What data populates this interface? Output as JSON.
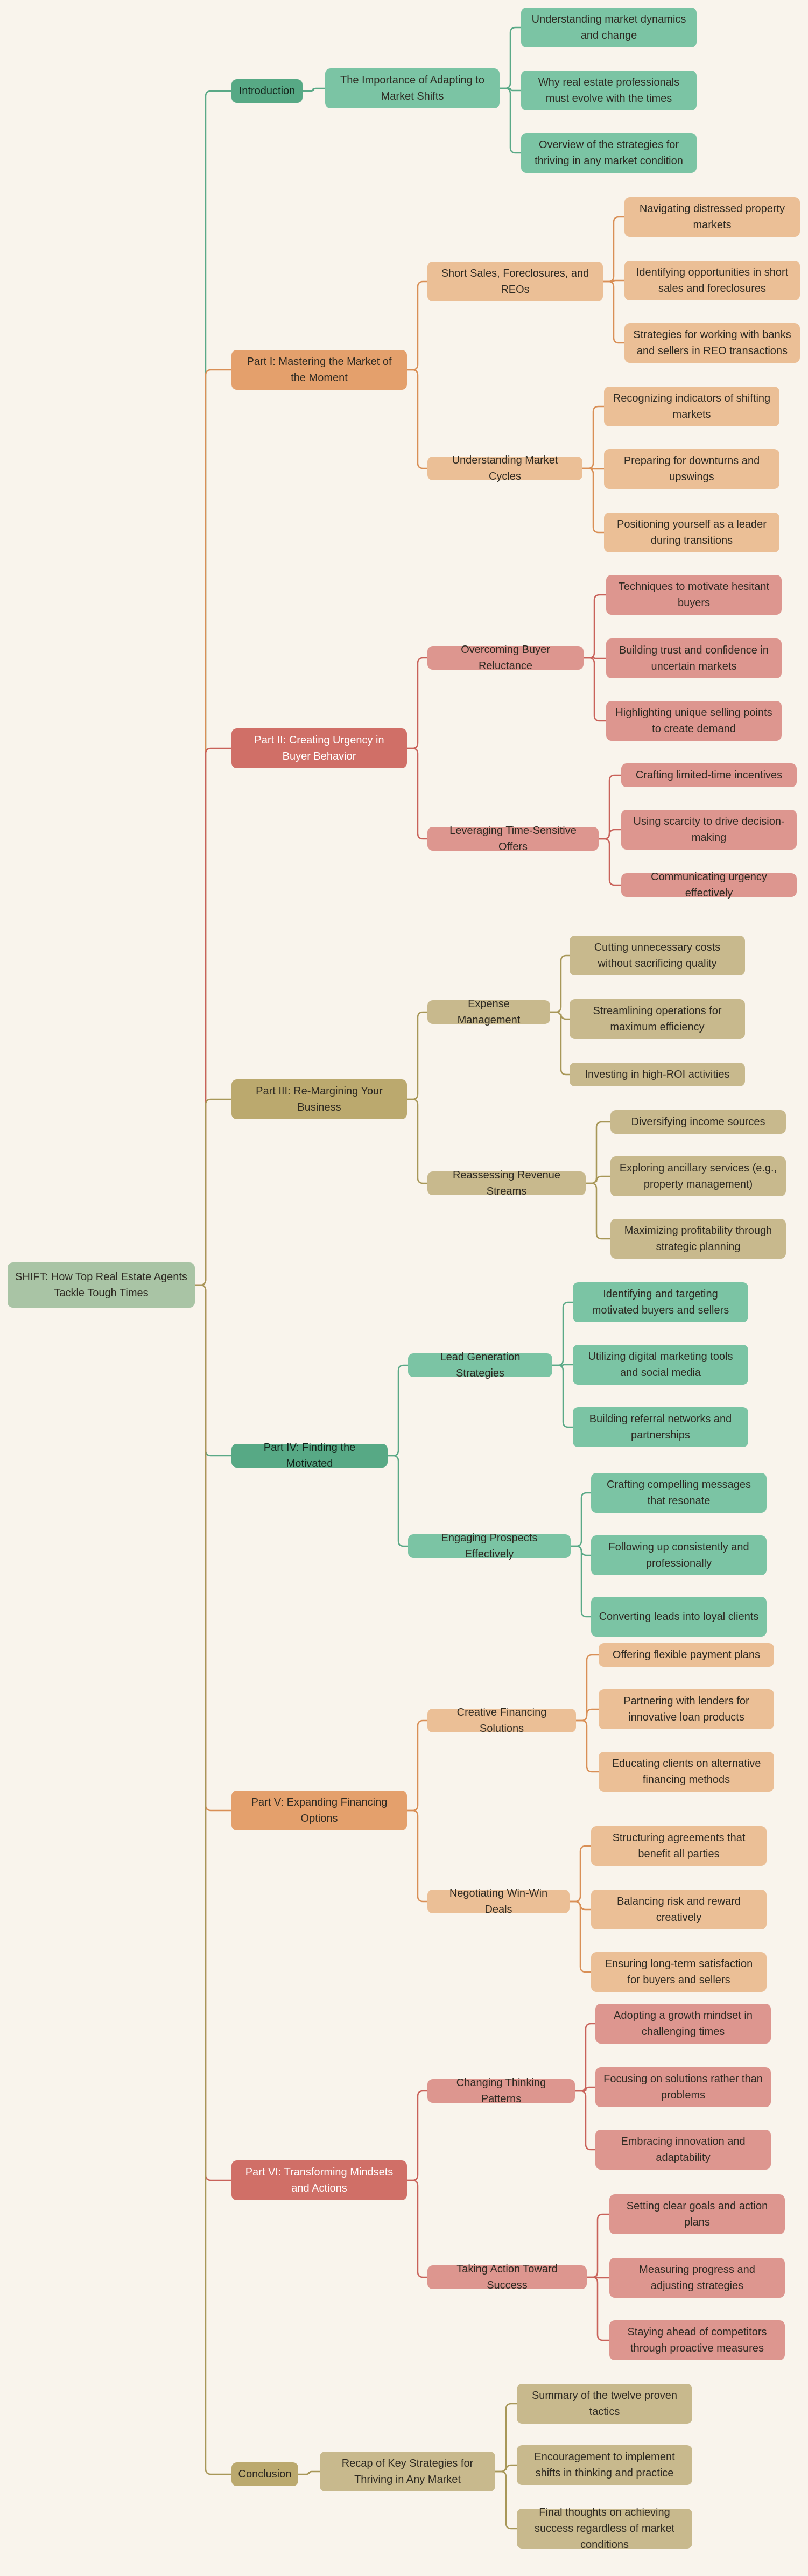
{
  "colors": {
    "background": "#f9f4ec",
    "root": "#a9c4a5",
    "green": "#57a985",
    "orange": "#e4a06c",
    "red": "#d06f67",
    "olive": "#bba96e"
  },
  "root": "SHIFT: How Top Real Estate Agents Tackle Tough Times",
  "branches": [
    {
      "label": "Introduction",
      "color": "green",
      "children": [
        {
          "label": "The Importance of Adapting to Market Shifts",
          "children": [
            "Understanding market dynamics and change",
            "Why real estate professionals must evolve with the times",
            "Overview of the strategies for thriving in any market condition"
          ]
        }
      ]
    },
    {
      "label": "Part I: Mastering the Market of the Moment",
      "color": "orange",
      "children": [
        {
          "label": "Short Sales, Foreclosures, and REOs",
          "children": [
            "Navigating distressed property markets",
            "Identifying opportunities in short sales and foreclosures",
            "Strategies for working with banks and sellers in REO transactions"
          ]
        },
        {
          "label": "Understanding Market Cycles",
          "children": [
            "Recognizing indicators of shifting markets",
            "Preparing for downturns and upswings",
            "Positioning yourself as a leader during transitions"
          ]
        }
      ]
    },
    {
      "label": "Part II: Creating Urgency in Buyer Behavior",
      "color": "red",
      "children": [
        {
          "label": "Overcoming Buyer Reluctance",
          "children": [
            "Techniques to motivate hesitant buyers",
            "Building trust and confidence in uncertain markets",
            "Highlighting unique selling points to create demand"
          ]
        },
        {
          "label": "Leveraging Time-Sensitive Offers",
          "children": [
            "Crafting limited-time incentives",
            "Using scarcity to drive decision-making",
            "Communicating urgency effectively"
          ]
        }
      ]
    },
    {
      "label": "Part III: Re-Margining Your Business",
      "color": "olive",
      "children": [
        {
          "label": "Expense Management",
          "children": [
            "Cutting unnecessary costs without sacrificing quality",
            "Streamlining operations for maximum efficiency",
            "Investing in high-ROI activities"
          ]
        },
        {
          "label": "Reassessing Revenue Streams",
          "children": [
            "Diversifying income sources",
            "Exploring ancillary services (e.g., property management)",
            "Maximizing profitability through strategic planning"
          ]
        }
      ]
    },
    {
      "label": "Part IV: Finding the Motivated",
      "color": "green",
      "children": [
        {
          "label": "Lead Generation Strategies",
          "children": [
            "Identifying and targeting motivated buyers and sellers",
            "Utilizing digital marketing tools and social media",
            "Building referral networks and partnerships"
          ]
        },
        {
          "label": "Engaging Prospects Effectively",
          "children": [
            "Crafting compelling messages that resonate",
            "Following up consistently and professionally",
            "Converting leads into loyal clients"
          ]
        }
      ]
    },
    {
      "label": "Part V: Expanding Financing Options",
      "color": "orange",
      "children": [
        {
          "label": "Creative Financing Solutions",
          "children": [
            "Offering flexible payment plans",
            "Partnering with lenders for innovative loan products",
            "Educating clients on alternative financing methods"
          ]
        },
        {
          "label": "Negotiating Win-Win Deals",
          "children": [
            "Structuring agreements that benefit all parties",
            "Balancing risk and reward creatively",
            "Ensuring long-term satisfaction for buyers and sellers"
          ]
        }
      ]
    },
    {
      "label": "Part VI: Transforming Mindsets and Actions",
      "color": "red",
      "children": [
        {
          "label": "Changing Thinking Patterns",
          "children": [
            "Adopting a growth mindset in challenging times",
            "Focusing on solutions rather than problems",
            "Embracing innovation and adaptability"
          ]
        },
        {
          "label": "Taking Action Toward Success",
          "children": [
            "Setting clear goals and action plans",
            "Measuring progress and adjusting strategies",
            "Staying ahead of competitors through proactive measures"
          ]
        }
      ]
    },
    {
      "label": "Conclusion",
      "color": "olive",
      "children": [
        {
          "label": "Recap of Key Strategies for Thriving in Any Market",
          "children": [
            "Summary of the twelve proven tactics",
            "Encouragement to implement shifts in thinking and practice",
            "Final thoughts on achieving success regardless of market conditions"
          ]
        }
      ]
    }
  ]
}
